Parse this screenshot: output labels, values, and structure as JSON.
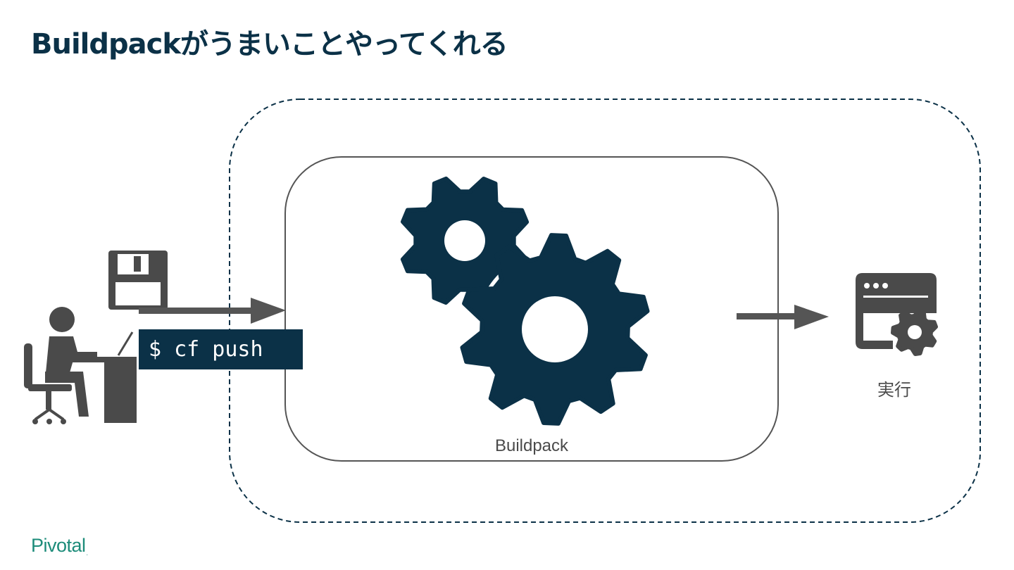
{
  "title": "Buildpackがうまいことやってくれる",
  "command": "$ cf push",
  "buildpack_label": "Buildpack",
  "run_label": "実行",
  "logo": {
    "text": "Pivotal",
    "mark": "."
  },
  "icons": {
    "developer": "person-at-desk-icon",
    "app": "floppy-disk-icon",
    "buildpack": "gears-icon",
    "running_app": "app-window-gear-icon"
  },
  "colors": {
    "navy": "#0b3147",
    "gray": "#4a4a4a",
    "accent": "#1d8c7a"
  }
}
